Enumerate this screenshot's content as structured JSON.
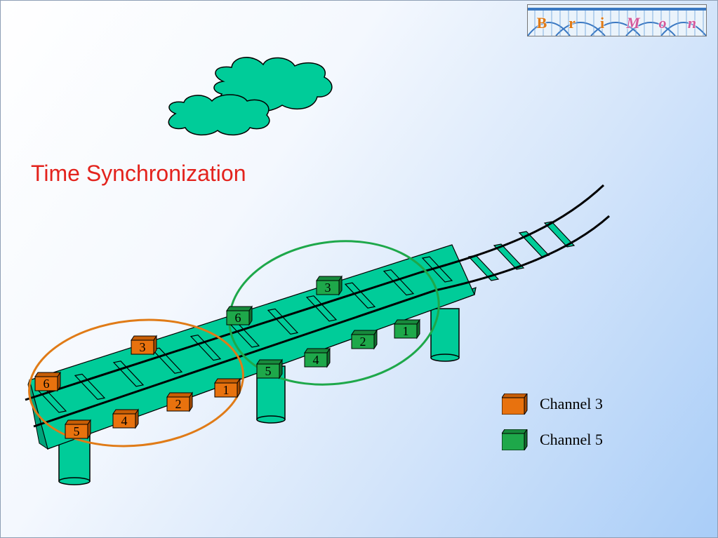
{
  "title": "Time Synchronization",
  "logo": {
    "letters": [
      "B",
      "r",
      "i",
      "M",
      "o",
      "n"
    ],
    "letter_colors": [
      "#e07b17",
      "#e07b17",
      "#e07b17",
      "#d45a9c",
      "#d45a9c",
      "#d45a9c"
    ]
  },
  "legend": [
    {
      "label": "Channel 3",
      "color": "#e8720e"
    },
    {
      "label": "Channel 5",
      "color": "#1ea84a"
    }
  ],
  "colors": {
    "bridge": "#00cc99",
    "cloud": "#00cc99",
    "channel3_ring": "#e07b17",
    "channel5_ring": "#1ea84a"
  },
  "nodes": {
    "channel3": [
      "1",
      "2",
      "3",
      "4",
      "5",
      "6"
    ],
    "channel5": [
      "1",
      "2",
      "3",
      "4",
      "5",
      "6"
    ]
  }
}
